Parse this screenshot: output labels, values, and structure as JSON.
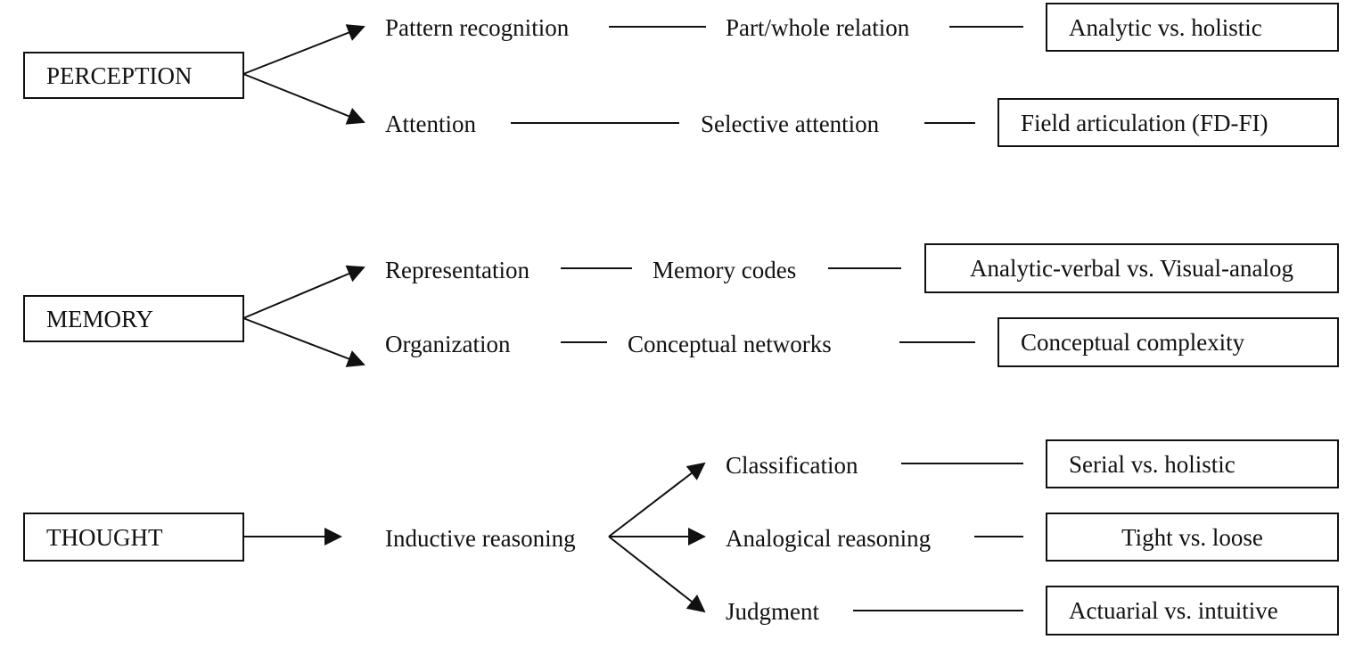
{
  "sections": [
    {
      "category": "PERCEPTION",
      "rows": [
        {
          "process": "Pattern recognition",
          "mechanism": "Part/whole relation",
          "style": "Analytic vs. holistic"
        },
        {
          "process": "Attention",
          "mechanism": "Selective attention",
          "style": "Field articulation (FD-FI)"
        }
      ]
    },
    {
      "category": "MEMORY",
      "rows": [
        {
          "process": "Representation",
          "mechanism": "Memory codes",
          "style": "Analytic-verbal vs. Visual-analog"
        },
        {
          "process": "Organization",
          "mechanism": "Conceptual networks",
          "style": "Conceptual complexity"
        }
      ]
    },
    {
      "category": "THOUGHT",
      "process": "Inductive reasoning",
      "rows": [
        {
          "mechanism": "Classification",
          "style": "Serial vs. holistic"
        },
        {
          "mechanism": "Analogical reasoning",
          "style": "Tight vs. loose"
        },
        {
          "mechanism": "Judgment",
          "style": "Actuarial vs. intuitive"
        }
      ]
    }
  ],
  "colors": {
    "ink": "#111111",
    "background": "#ffffff"
  }
}
